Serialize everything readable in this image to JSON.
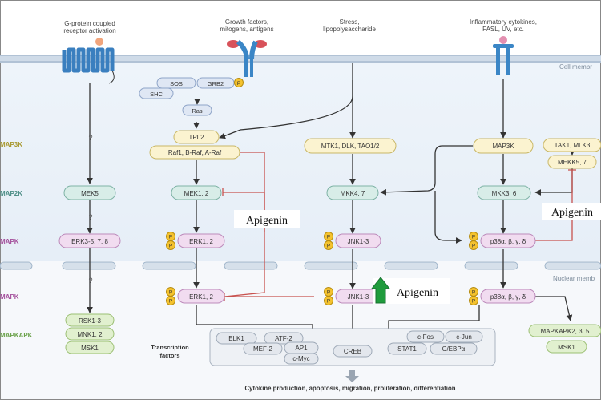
{
  "stimuli": {
    "gpcr": [
      "G-protein coupled",
      "receptor activation"
    ],
    "growth": [
      "Growth factors,",
      "mitogens, antigens"
    ],
    "stress": [
      "Stress,",
      "lipopolysaccharide"
    ],
    "inflam": [
      "Inflammatory cytokines,",
      "FASL, UV, etc."
    ]
  },
  "membrane_labels": {
    "cell": "Cell membr",
    "nuclear": "Nuclear memb"
  },
  "tiers": {
    "map3k": "MAP3K",
    "map2k": "MAP2K",
    "mapk_cyto": "MAPK",
    "mapk_nuc": "MAPK",
    "mapkapk": "MAPKAPK"
  },
  "nodes": {
    "sos": "SOS",
    "grb2": "GRB2",
    "shc": "SHC",
    "ras": "Ras",
    "tpl2": "TPL2",
    "raf": "Raf1, B-Raf, A-Raf",
    "mtk1": "MTK1, DLK, TAO1/2",
    "map3k_box": "MAP3K",
    "tak1": "TAK1, MLK3",
    "mekk5": "MEKK5, 7",
    "mek5": "MEK5",
    "mek12": "MEK1, 2",
    "mkk47": "MKK4, 7",
    "mkk36": "MKK3, 6",
    "erk3": "ERK3-5, 7, 8",
    "erk12_cyto": "ERK1, 2",
    "jnk_cyto": "JNK1-3",
    "p38_cyto": "p38α, β, γ, δ",
    "erk12_nuc": "ERK1, 2",
    "jnk_nuc": "JNK1-3",
    "p38_nuc": "p38α, β, γ, δ",
    "rsk": "RSK1-3",
    "mnk": "MNK1, 2",
    "msk1_left": "MSK1",
    "mapkapk": "MAPKAPK2, 3, 5",
    "msk1_right": "MSK1"
  },
  "tf": {
    "label": [
      "Transcription",
      "factors"
    ],
    "elk1": "ELK1",
    "atf2": "ATF-2",
    "mef2": "MEF-2",
    "ap1": "AP1",
    "cmyc": "c-Myc",
    "creb": "CREB",
    "cfos": "c-Fos",
    "cjun": "c-Jun",
    "stat1": "STAT1",
    "cebp": "C/EBPα"
  },
  "phospho": "P",
  "question": "?",
  "apigenin": "Apigenin",
  "output": "Cytokine production, apoptosis, migration, proliferation, differentiation",
  "colors": {
    "yellow_fill": "#fbf3d0",
    "yellow_stroke": "#c9b766",
    "teal_fill": "#d8ede8",
    "teal_stroke": "#7fb3a6",
    "pink_fill": "#f1dcf0",
    "pink_stroke": "#bd8bbb",
    "green_fill": "#e1f0cf",
    "green_stroke": "#9bbf73",
    "blue_fill": "#dfe7f4",
    "blue_stroke": "#8ea4c8",
    "phospho": "#f4c22e",
    "inhibit": "#c8524e",
    "arrow_green": "#1f9b3c",
    "tier_yellow": "#a8982f",
    "tier_teal": "#4c8e86",
    "tier_pink": "#a4509c"
  }
}
